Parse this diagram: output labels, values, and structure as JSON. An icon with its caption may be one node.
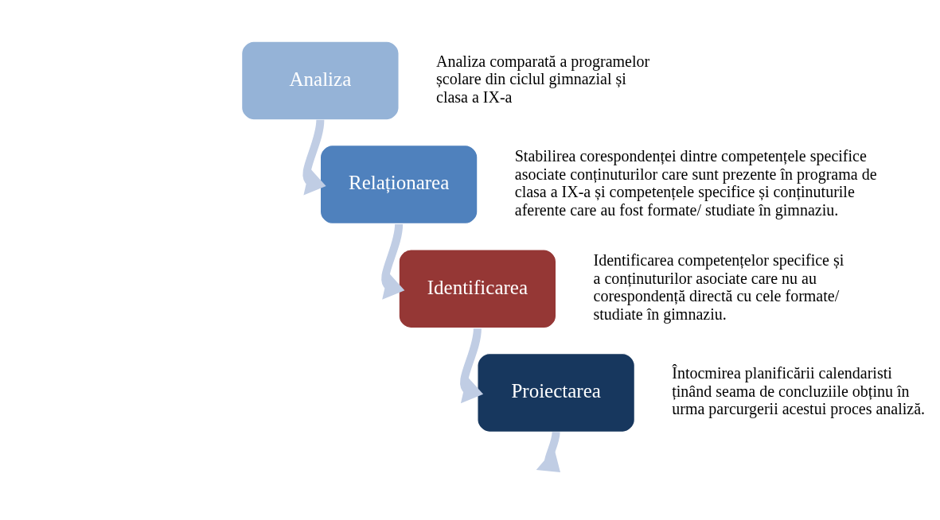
{
  "diagram": {
    "nodes": [
      {
        "text": [
          "Analiza"
        ],
        "beside": [
          "Analiza comparată a programelor școlare din ciclul gimnazial și clasa a IX-a"
        ]
      },
      {
        "text": [
          "Relaționarea"
        ],
        "beside": [
          "Stabilirea corespondenței dintre competențele specifice asociate conținuturilor care sunt prezente în programa de clasa a IX-a și competențele specifice și conținuturile aferente care au fost formate/ studiate în gimnaziu."
        ]
      },
      {
        "text": [
          "Identificarea"
        ],
        "beside": [
          "Identificarea competențelor specifice și a conținuturilor asociate care nu au corespondență directă cu cele formate/ studiate în gimnaziu."
        ]
      },
      {
        "text": [
          "Proiectarea"
        ],
        "beside": [
          "Întocmirea planificării calendaristi ținând seama de concluziile obținu în urma parcurgerii acestui proces analiză."
        ]
      }
    ],
    "edges": [
      {
        "from": 0,
        "to": 1,
        "arrow": "to"
      },
      {
        "from": 1,
        "to": 2,
        "arrow": "to"
      },
      {
        "from": 2,
        "to": 3,
        "arrow": "to"
      },
      {
        "from": 3,
        "to": null,
        "arrow": "to"
      }
    ]
  }
}
